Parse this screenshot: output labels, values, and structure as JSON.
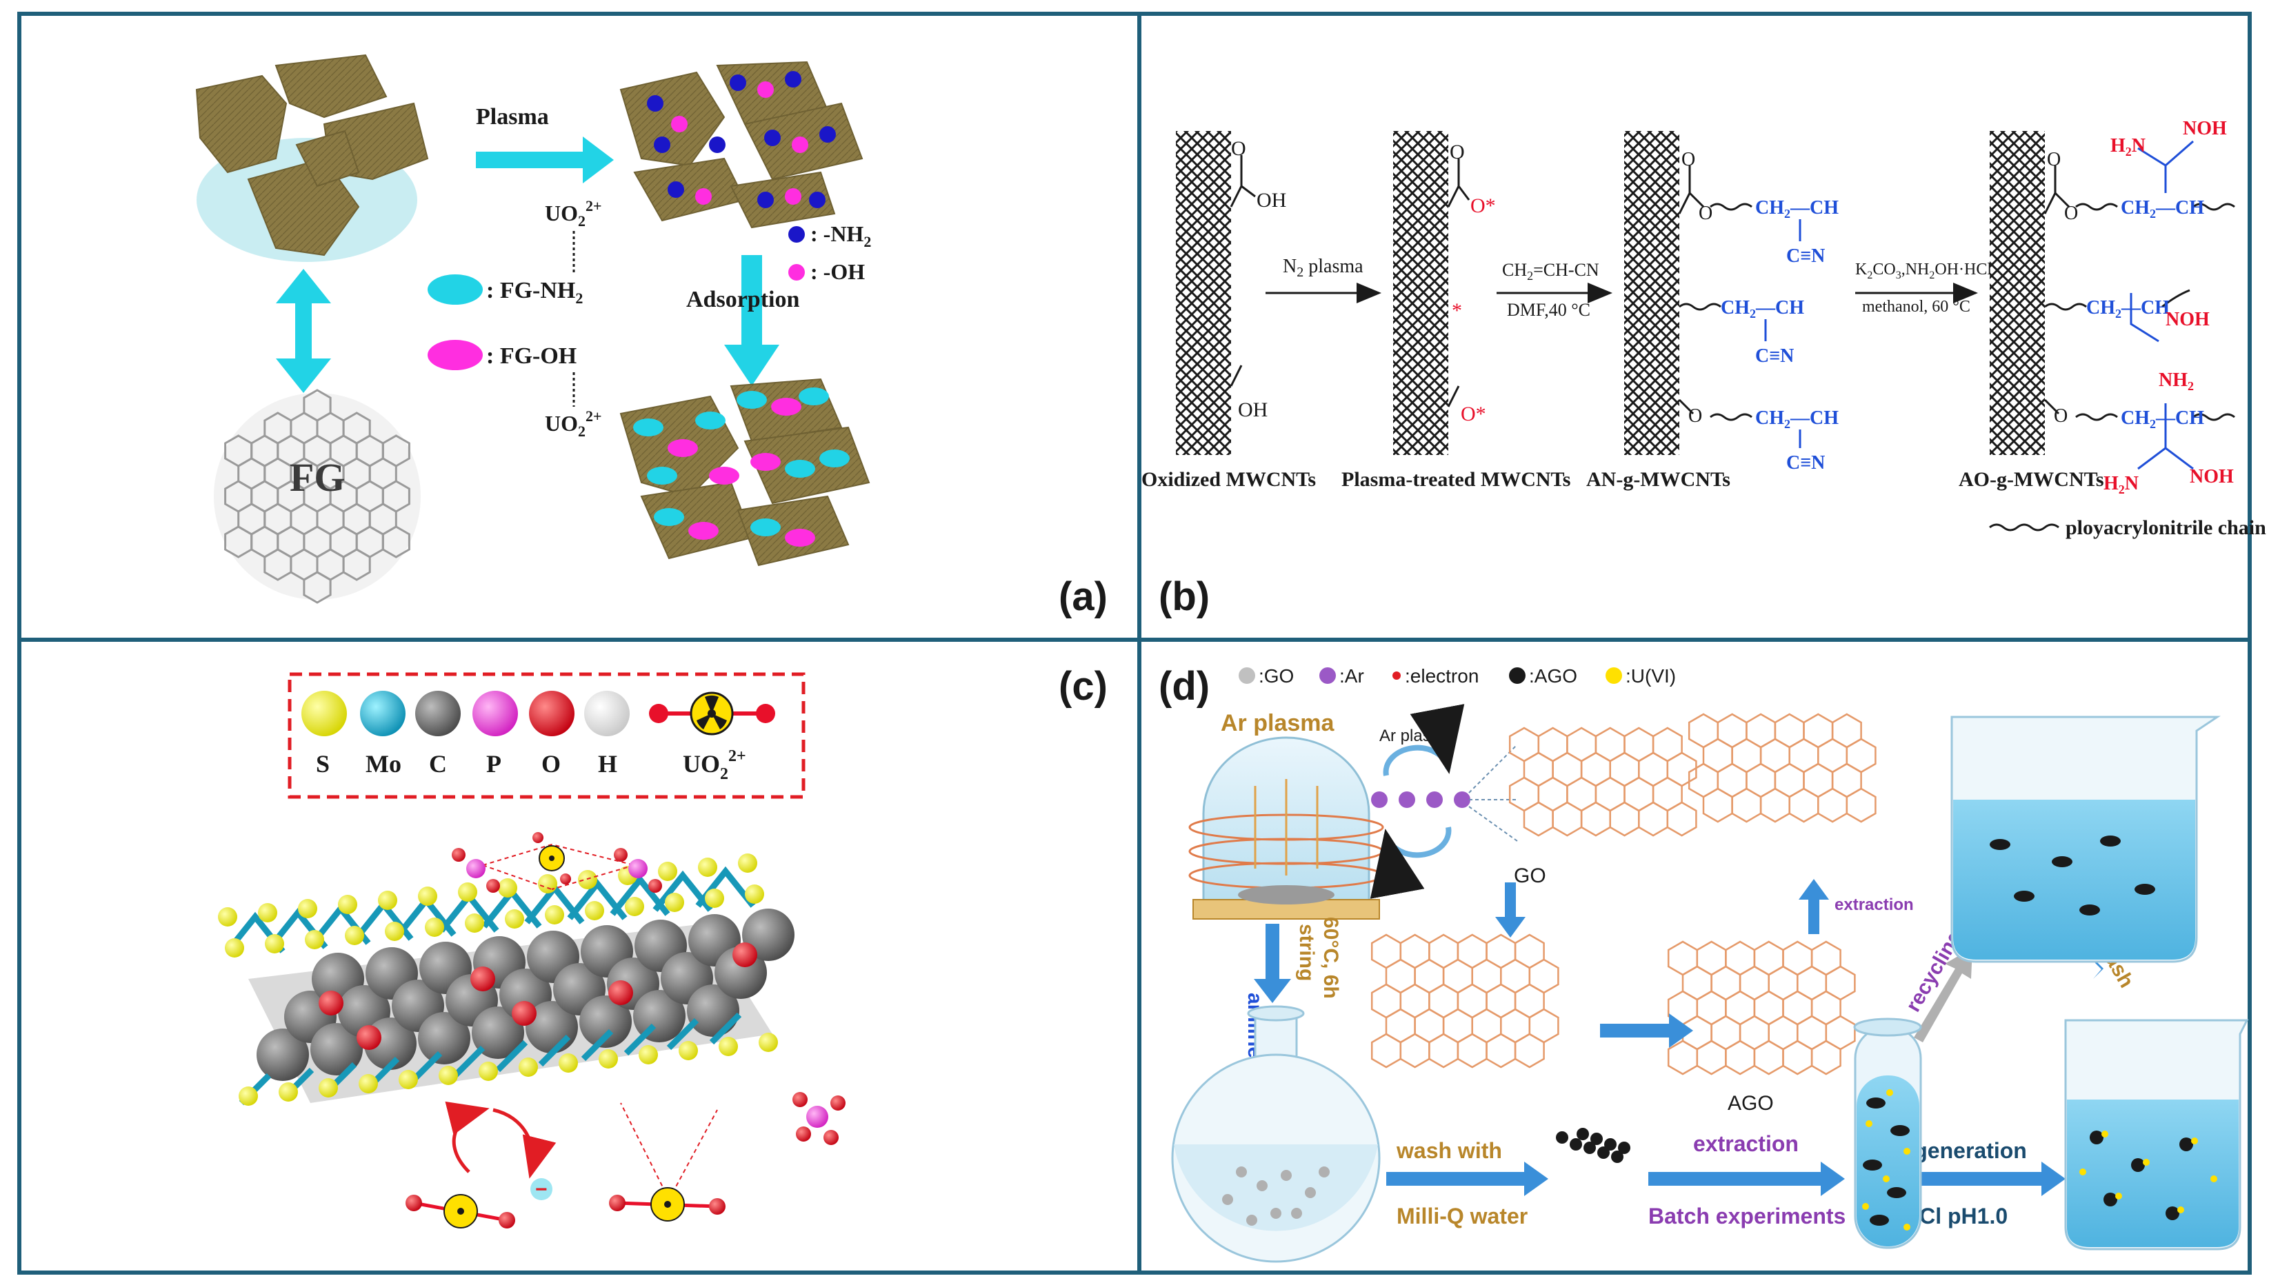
{
  "colors": {
    "frame": "#1f5f7a",
    "cyan": "#22d3e6",
    "magenta": "#ff2ee0",
    "blue_dot": "#1a16c8",
    "olive": "#8b7a44",
    "nanotube": "#1a1a1a",
    "red_chem": "#e8102a",
    "blue_chem": "#1f4fd8",
    "arrow_blue": "#3a8fd9",
    "brown_text": "#b8862a",
    "purple_text": "#8a3cb0",
    "hex_orange": "#e59a6a",
    "dashed_red": "#e11d24",
    "water": "#6ec6ea"
  },
  "panel_a": {
    "label": "(a)",
    "plasma": "Plasma",
    "adsorption": "Adsorption",
    "uo2_top": "UO",
    "uo2_top_sub": "2",
    "uo2_top_sup": "2+",
    "uo2_bottom": "UO",
    "uo2_bottom_sub": "2",
    "uo2_bottom_sup": "2+",
    "fg_nh2": ": FG-NH",
    "fg_nh2_sub": "2",
    "fg_oh": ": FG-OH",
    "nh2_legend": ": -NH",
    "nh2_legend_sub": "2",
    "oh_legend": ": -OH",
    "fg": "FG"
  },
  "panel_b": {
    "label": "(b)",
    "oxidized": "Oxidized MWCNTs",
    "plasma_treated": "Plasma-treated MWCNTs",
    "an_g": "AN-g-MWCNTs",
    "ao_g": "AO-g-MWCNTs",
    "n2_plasma": "N",
    "n2_plasma_sub": "2",
    "n2_plasma_rest": " plasma",
    "reagent1_a": "CH",
    "reagent1_b": "=CH-CN",
    "reagent1_sub": "2",
    "reagent1_cond": "DMF,40 °C",
    "reagent2_a": "K",
    "reagent2_sub1": "2",
    "reagent2_b": "CO",
    "reagent2_sub2": "3",
    "reagent2_c": ",NH",
    "reagent2_sub3": "2",
    "reagent2_d": "OH·HCl",
    "reagent2_cond": "methanol, 60 °C",
    "chain_legend": "ployacrylonitrile chain",
    "oh": "OH",
    "o": "O",
    "o_star": "O*",
    "star": "*",
    "ch2_ch": "CH",
    "ch2_sub": "2",
    "ch_rest": "—CH",
    "cn": "C≡N",
    "h2n": "H",
    "h2n_sub": "2",
    "h2n_rest": "N",
    "noh": "NOH",
    "nh2": "NH",
    "nh2_sub": "2"
  },
  "panel_c": {
    "label": "(c)",
    "legend": [
      "S",
      "Mo",
      "C",
      "P",
      "O",
      "H"
    ],
    "uo2": "UO",
    "uo2_sub": "2",
    "uo2_sup": "2+"
  },
  "panel_d": {
    "label": "(d)",
    "legend": [
      ":GO",
      ":Ar",
      ":electron",
      ":AGO",
      ":U(VI)"
    ],
    "ar_plasma": "Ar plasma",
    "ar_plasma_small": "Ar plasma",
    "go": "GO",
    "ago": "AGO",
    "aniline": "aniline",
    "stirring_1": "60°C, 6h",
    "stirring_2": "string",
    "wash_with": "wash with",
    "milliq": "Milli-Q water",
    "extraction_top": "extraction",
    "extraction": "extraction",
    "batch": "Batch experiments",
    "regeneration": "regeneration",
    "hcl": "HCl  pH1.0",
    "recycling": "recycling",
    "wash": "wash"
  }
}
